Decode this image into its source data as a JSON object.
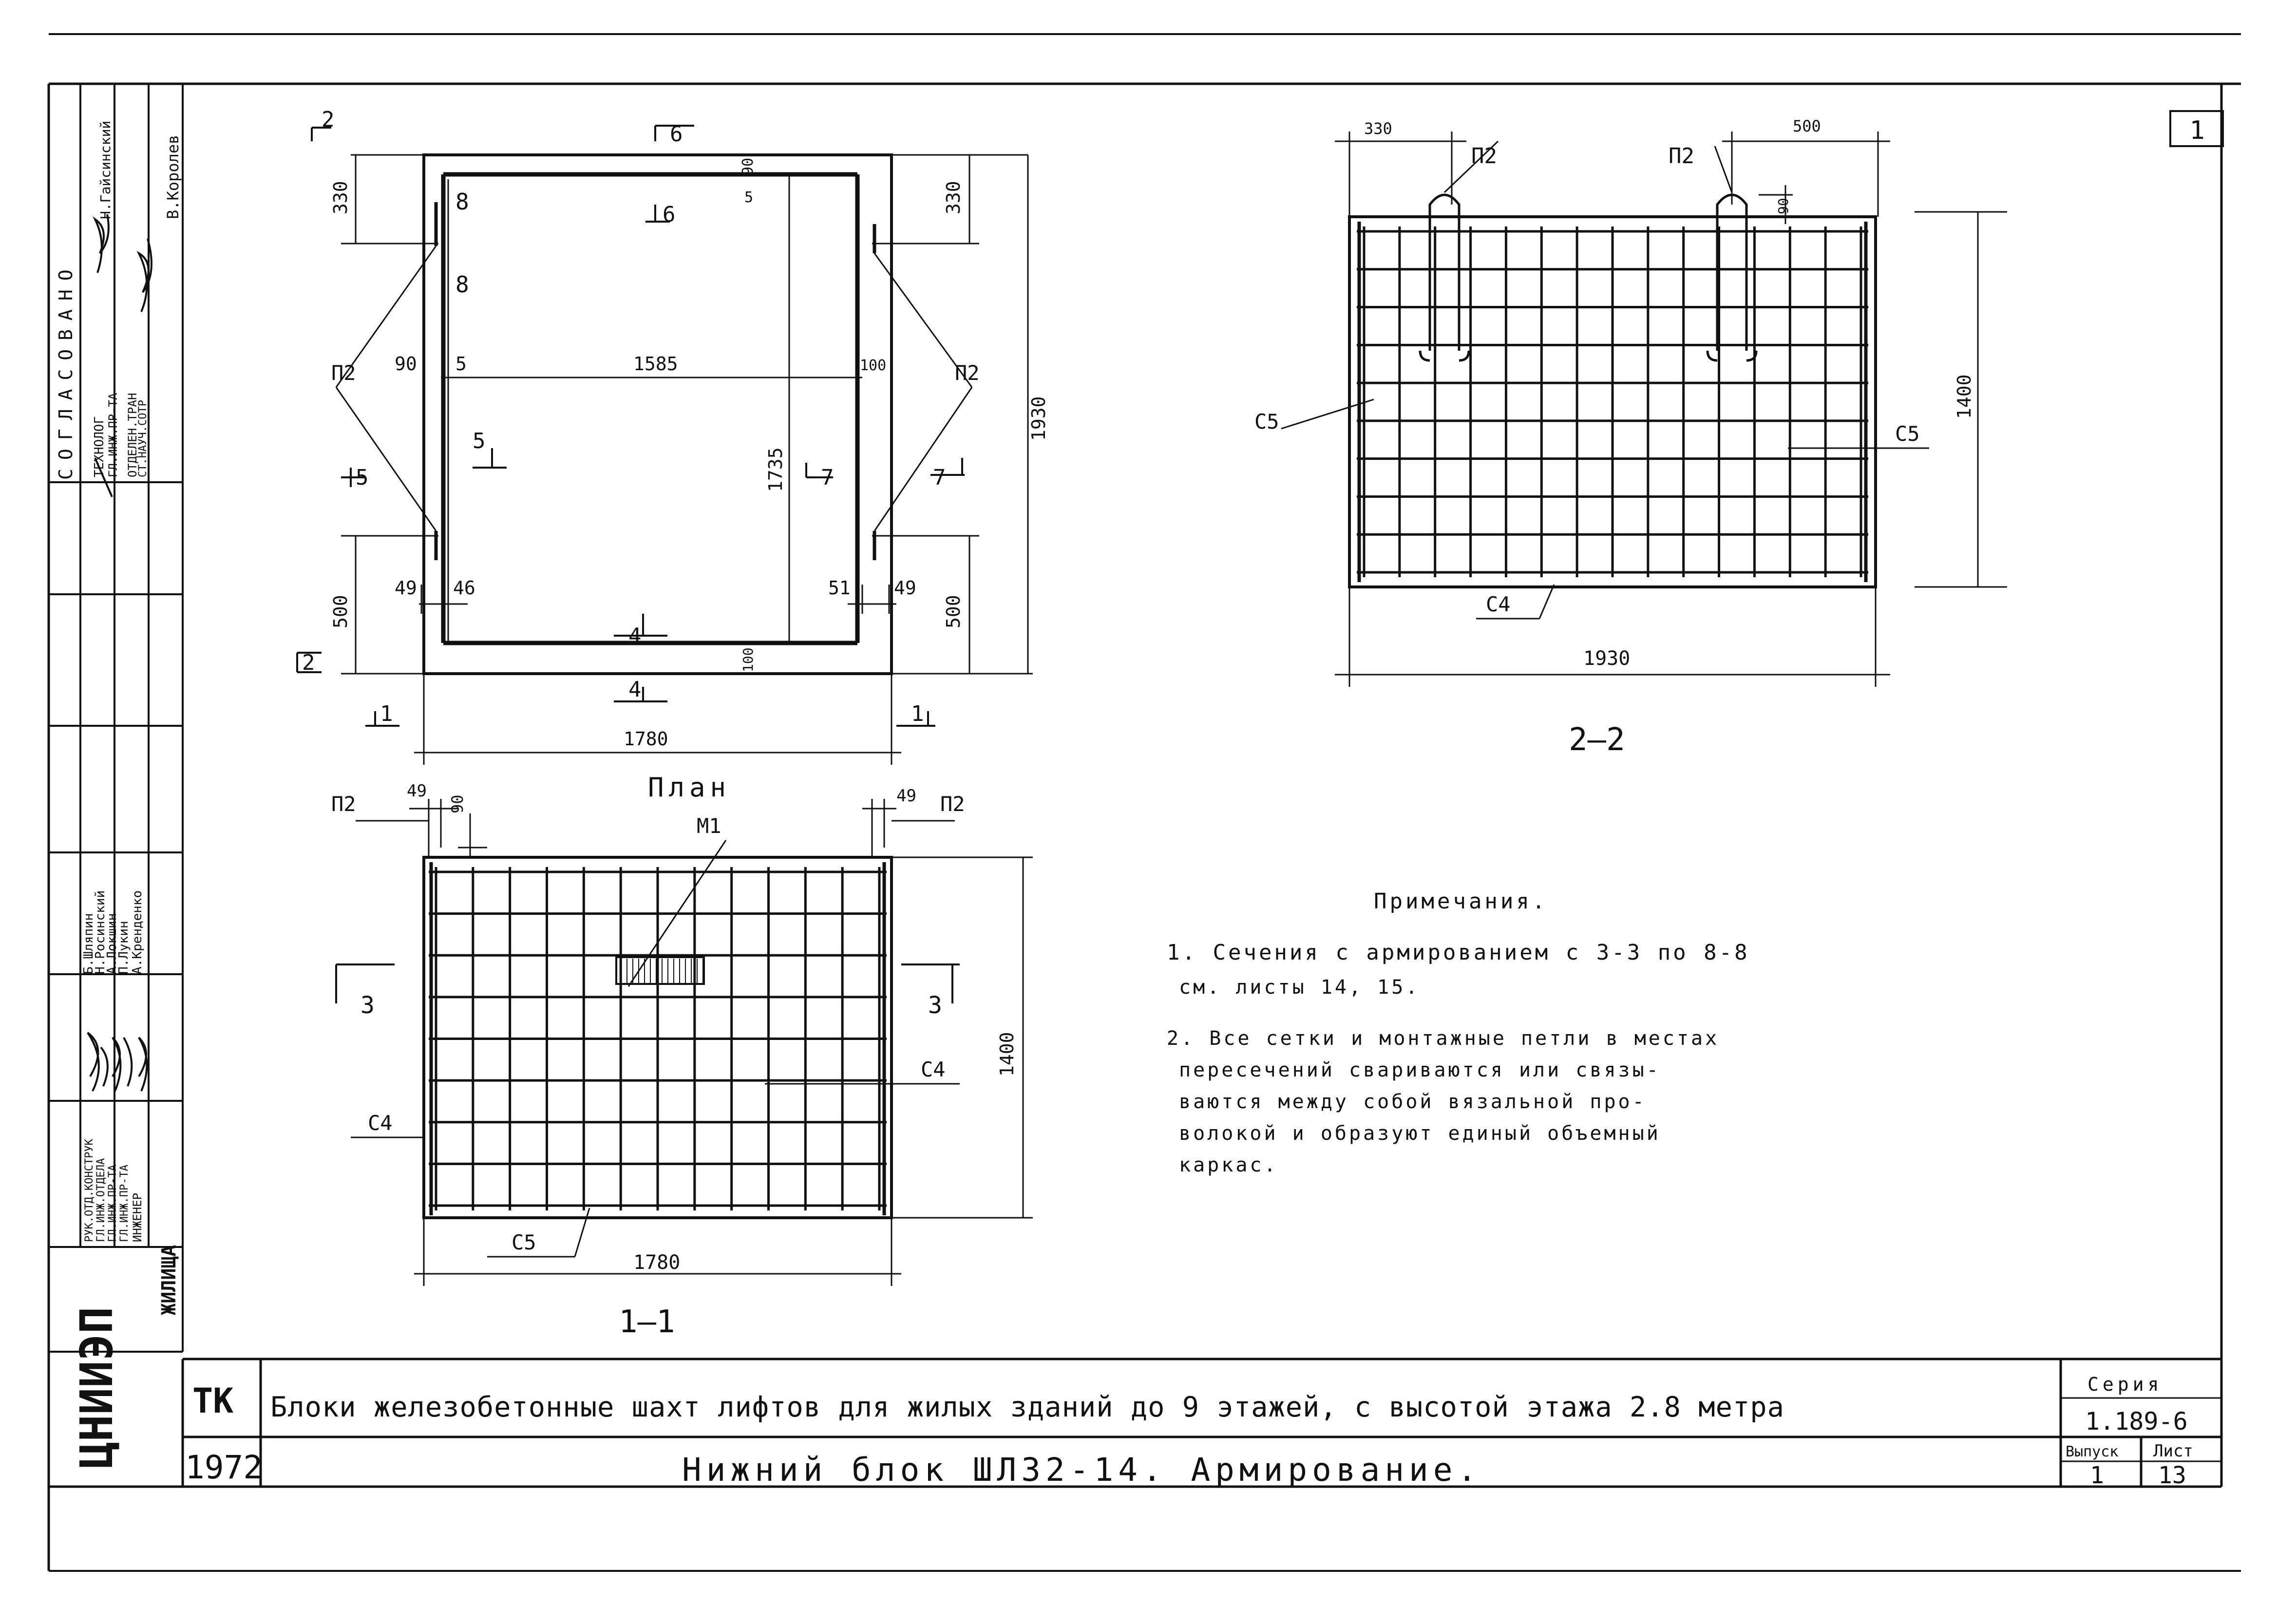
{
  "sheet_mark": "1",
  "stamp": {
    "agreed_title": "СОГЛАСОВАНО",
    "agreed_rows": [
      {
        "role": "ТЕХНОЛОГ",
        "org": "ГЛ.ИНЖ.ПР-ТА",
        "name": "Н.Гайсинский"
      },
      {
        "role": "ОТДЕЛЕН.ТРАН",
        "org": "СТ.НАУЧ.СОТР",
        "name": "В.Королев"
      }
    ],
    "author_rows": [
      {
        "role": "РУК.ОТД.КОНСТРУК",
        "name": "Б.Шляпин"
      },
      {
        "role": "ГЛ.ИНЖ.ОТДЕЛА",
        "name": "Н.Росинский"
      },
      {
        "role": "ГЛ.ИНЖ.ПР-ТА",
        "name": "А.Локшин"
      },
      {
        "role": "ГЛ.ИНЖ.ПР-ТА",
        "name": "П.Лукин"
      },
      {
        "role": "ИНЖЕНЕР",
        "name": "А.Кренденко"
      }
    ],
    "org_logo": "ЦНИИЭП",
    "org_logo_sub": "ЖИЛИЩА"
  },
  "plan": {
    "caption": "План",
    "dims": {
      "d330_left": "330",
      "d330_right": "330",
      "d500_left": "500",
      "d500_right": "500",
      "d1930": "1930",
      "d1735": "1735",
      "d1585": "1585",
      "d1780": "1780",
      "d90_top": "90",
      "d90_mid": "90",
      "d5_top": "5",
      "d5_mid": "5",
      "d100_mid": "100",
      "d49_left": "49",
      "d46": "46",
      "d51": "51",
      "d49_right": "49",
      "d100_bottom": "100",
      "d8_a": "8",
      "d8_b": "8"
    },
    "labels": {
      "p2_left": "П2",
      "p2_right": "П2"
    },
    "sections": {
      "s2_top": "2",
      "s2_bottom": "2",
      "s6_top": "6",
      "s6_in": "6",
      "s5_left": "5",
      "s5_in": "5",
      "s7_in": "7",
      "s7_right": "7",
      "s4_in": "4",
      "s4_bottom": "4",
      "s1_left": "1",
      "s1_right": "1"
    }
  },
  "section11": {
    "caption": "1—1",
    "dims": {
      "d49_left": "49",
      "d90": "90",
      "d49_right": "49",
      "d1400": "1400",
      "d1780": "1780"
    },
    "labels": {
      "p2_left": "П2",
      "p2_right": "П2",
      "m1": "М1",
      "c4_left": "С4",
      "c4_right": "С4",
      "c5": "С5"
    },
    "sections": {
      "s3_left": "3",
      "s3_right": "3"
    }
  },
  "section22": {
    "caption": "2—2",
    "dims": {
      "d330": "330",
      "d500": "500",
      "d90": "90",
      "d1400": "1400",
      "d1930": "1930"
    },
    "labels": {
      "p2_a": "П2",
      "p2_b": "П2",
      "c5_left": "С5",
      "c5_right": "С5",
      "c4": "С4"
    }
  },
  "notes": {
    "title": "Примечания.",
    "n1": [
      "1. Сечения с армированием с 3-3 по 8-8",
      "см. листы 14, 15."
    ],
    "n2": [
      "2. Все сетки и монтажные петли в местах",
      "пересечений свариваются или связы-",
      "ваются между собой вязальной про-",
      "волокой и образуют единый объемный",
      "каркас."
    ]
  },
  "title_block": {
    "tk": "ТК",
    "year": "1972",
    "title": "Блоки железобетонные шахт лифтов для жилых зданий до 9 этажей, с высотой этажа 2.8 метра",
    "subtitle": "Нижний блок ШЛ32-14. Армирование.",
    "series_label": "Серия",
    "series_value": "1.189-6",
    "issue_label": "Выпуск",
    "issue_value": "1",
    "sheet_label": "Лист",
    "sheet_value": "13"
  }
}
